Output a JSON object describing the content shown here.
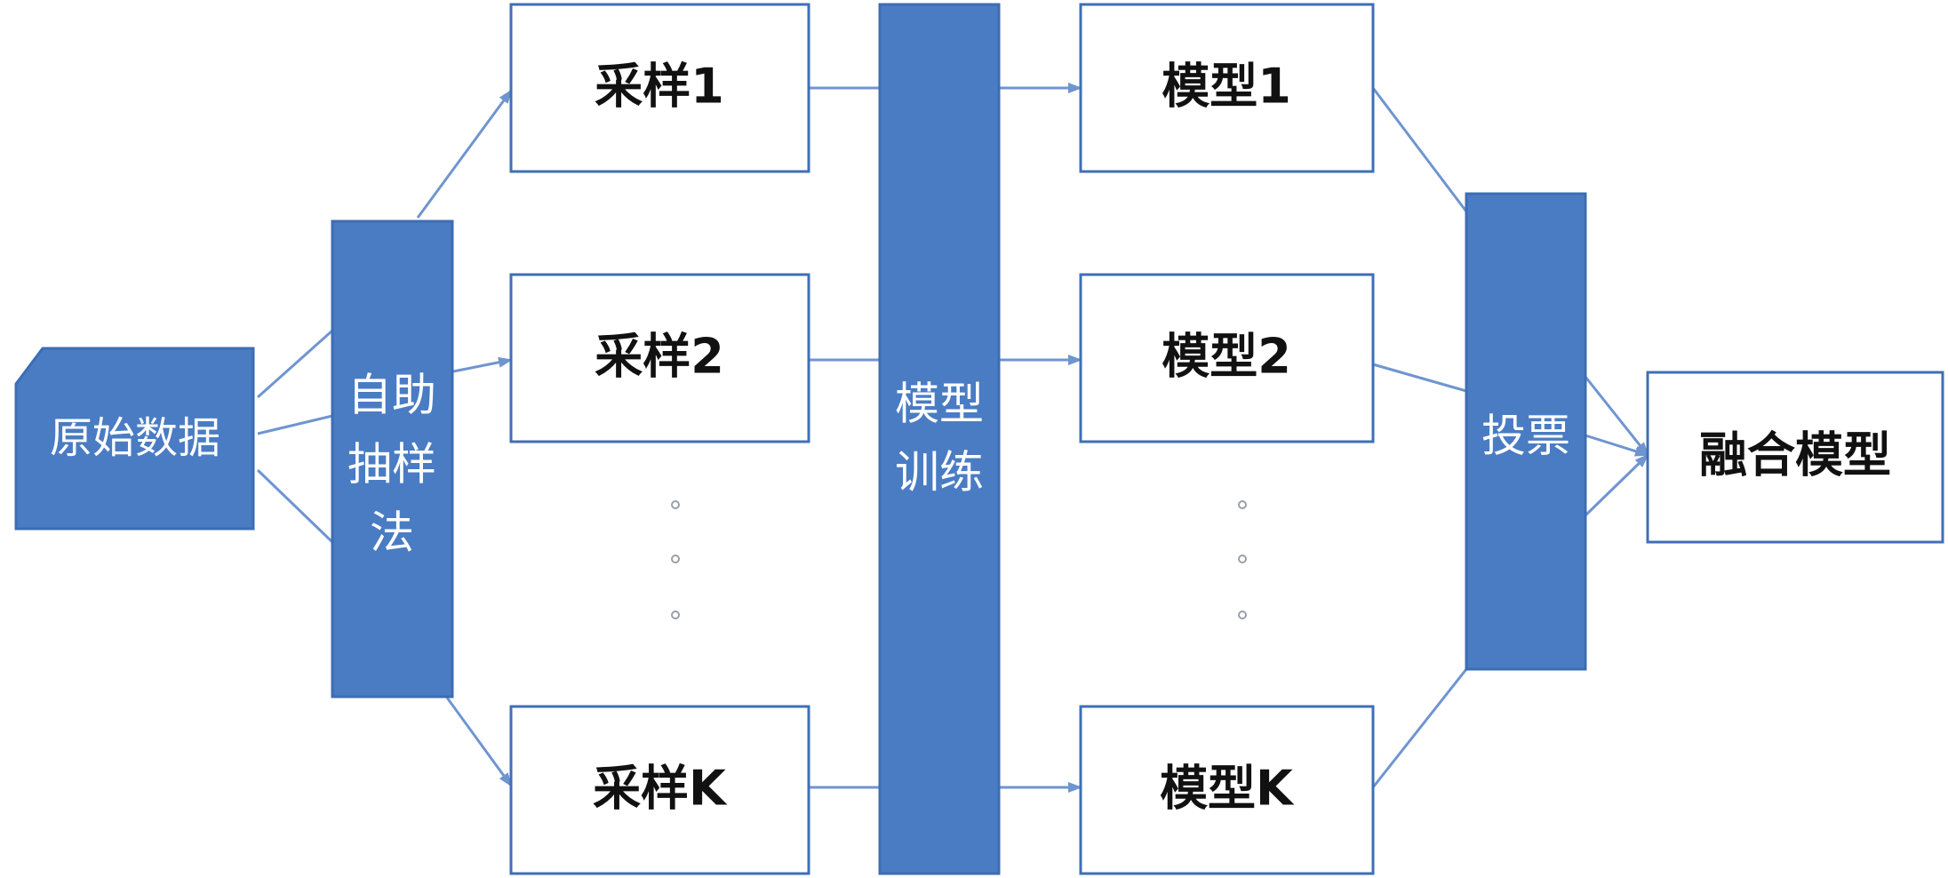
{
  "colors": {
    "fill_blue": "#4a7cc4",
    "border_blue": "#3d6db3",
    "line_blue": "#6f95d0",
    "box_border": "#3f6fb6",
    "dark_text": "#111111",
    "white_text": "#ffffff",
    "dot": "#9aa0a8"
  },
  "nodes": {
    "raw_data": "原始数据",
    "bootstrap": [
      "自助",
      "抽样",
      "法"
    ],
    "samples": [
      "采样1",
      "采样2",
      "采样K"
    ],
    "training": [
      "模型",
      "训练"
    ],
    "models": [
      "模型1",
      "模型2",
      "模型K"
    ],
    "voting": "投票",
    "ensemble": "融合模型"
  }
}
